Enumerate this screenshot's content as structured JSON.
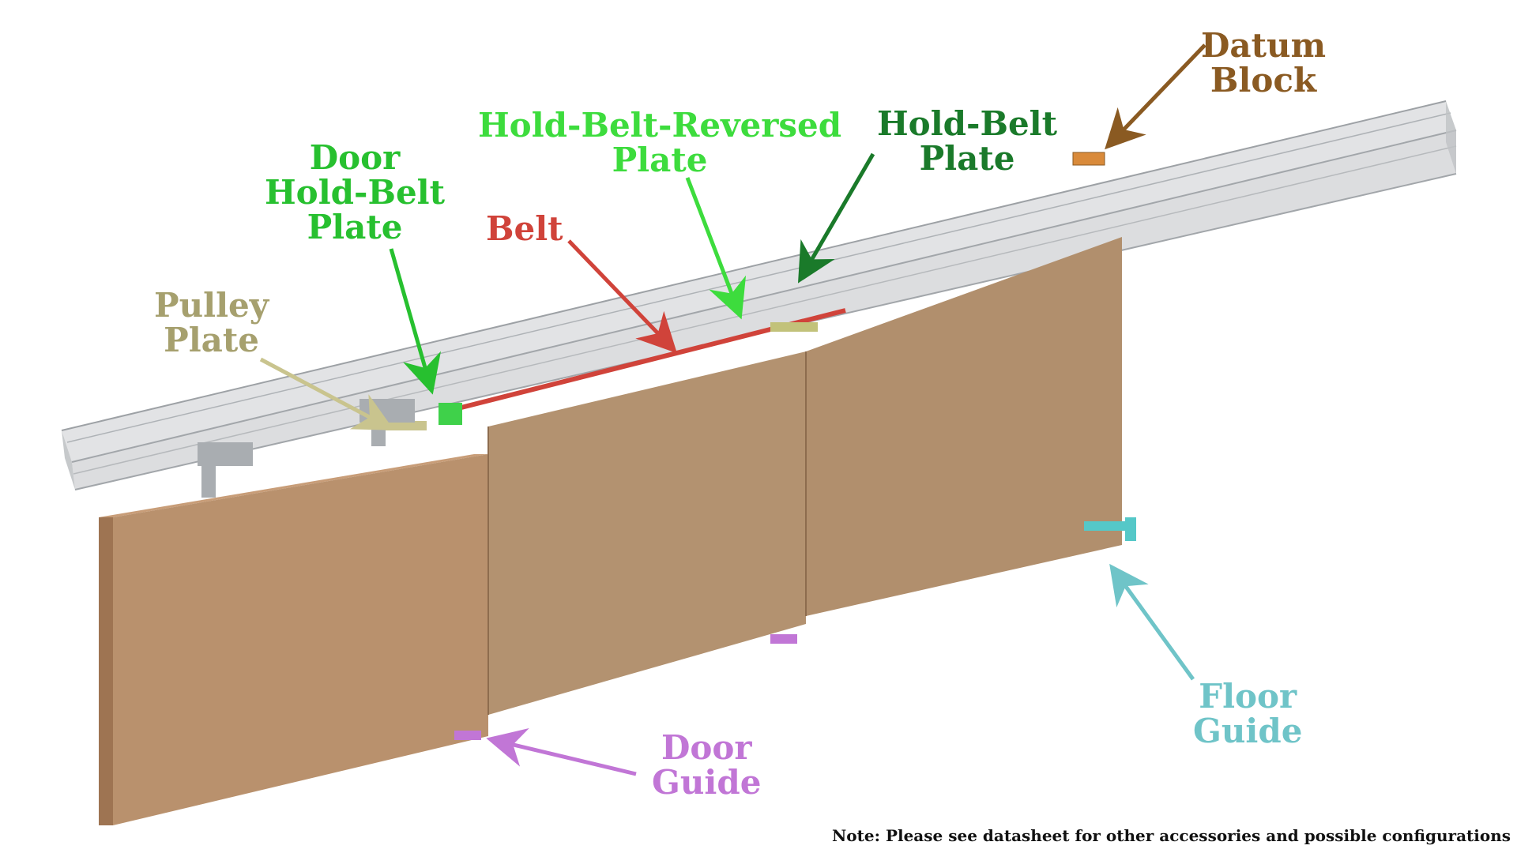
{
  "labels": {
    "datum_block": {
      "line1": "Datum",
      "line2": "Block",
      "color": "#8a5a22"
    },
    "hold_belt_plate": {
      "line1": "Hold-Belt",
      "line2": "Plate",
      "color": "#1a7a2a"
    },
    "hold_belt_reversed_plate": {
      "line1": "Hold-Belt-Reversed",
      "line2": "Plate",
      "color": "#3ddc3d"
    },
    "door_hold_belt_plate": {
      "line1": "Door",
      "line2": "Hold-Belt",
      "line3": "Plate",
      "color": "#27c02f"
    },
    "belt": {
      "line1": "Belt",
      "color": "#d0433a"
    },
    "pulley_plate": {
      "line1": "Pulley",
      "line2": "Plate",
      "color": "#a6a06e"
    },
    "floor_guide": {
      "line1": "Floor",
      "line2": "Guide",
      "color": "#6fc4c8"
    },
    "door_guide": {
      "line1": "Door",
      "line2": "Guide",
      "color": "#c176d6"
    }
  },
  "note": "Note: Please see datasheet for other accessories and possible configurations"
}
